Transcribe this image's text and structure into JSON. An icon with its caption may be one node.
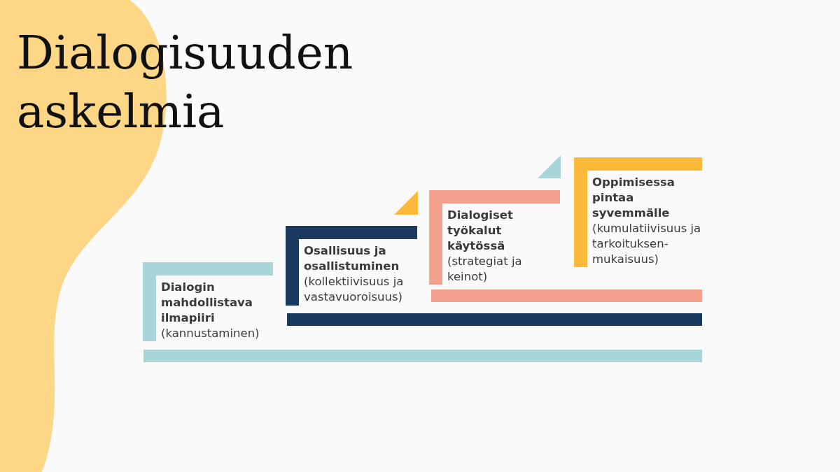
{
  "diagram": {
    "title": "Dialogisuuden askelmia",
    "nodes": [
      {
        "text": [
          "Dialogin mahdollistava ilmapiiri",
          "(kannustaminen)"
        ]
      },
      {
        "text": [
          "Osallisuus ja osallistuminen",
          "(kollektiivisuus ja vastavuoroisuus)"
        ]
      },
      {
        "text": [
          "Dialogiset työkalut käytössä",
          "(strategiat ja keinot)"
        ]
      },
      {
        "text": [
          "Oppimisessa pintaa syvemmälle",
          "(kumulatiivisuus ja tarkoituksen-mukaisuus)"
        ]
      },
      {
        "text": [],
        "shape": "bar"
      },
      {
        "text": [],
        "shape": "bar"
      },
      {
        "text": [],
        "shape": "bar"
      }
    ],
    "edges": []
  }
}
